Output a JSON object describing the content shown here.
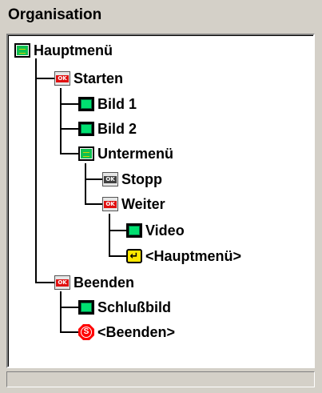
{
  "panel": {
    "title": "Organisation"
  },
  "tree": {
    "nodes": [
      {
        "label": "Hauptmenü",
        "icon": "menu-icon"
      },
      {
        "label": "Starten",
        "icon": "ok-button-icon"
      },
      {
        "label": "Bild 1",
        "icon": "image-icon"
      },
      {
        "label": "Bild 2",
        "icon": "image-icon"
      },
      {
        "label": "Untermenü",
        "icon": "menu-icon"
      },
      {
        "label": "Stopp",
        "icon": "ok-button-icon"
      },
      {
        "label": "Weiter",
        "icon": "ok-button-icon"
      },
      {
        "label": "Video",
        "icon": "image-icon"
      },
      {
        "label": "<Hauptmenü>",
        "icon": "return-icon"
      },
      {
        "label": "Beenden",
        "icon": "ok-button-icon"
      },
      {
        "label": "Schlußbild",
        "icon": "image-icon"
      },
      {
        "label": "<Beenden>",
        "icon": "stop-icon"
      }
    ],
    "ok_glyph": "OK",
    "return_glyph": "↵",
    "stop_glyph": "S"
  },
  "colors": {
    "panel_bg": "#d4d0c8",
    "tree_bg": "#ffffff",
    "screen_green": "#00e070",
    "ok_red": "#e01010",
    "return_yellow": "#ffe800",
    "stop_red": "#ff0000"
  }
}
